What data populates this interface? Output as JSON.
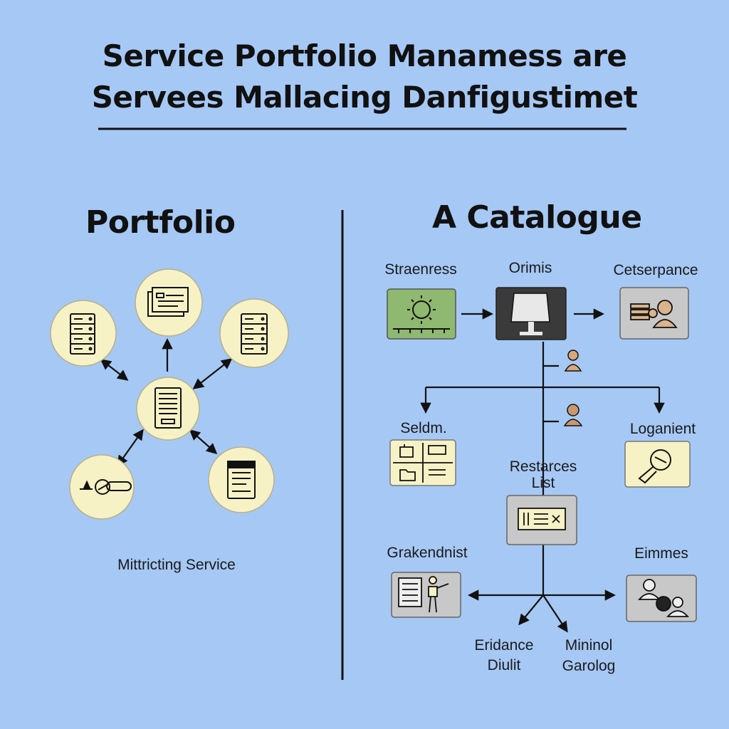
{
  "title": {
    "line1": "Service Portfolio Manamess are",
    "line2": "Servees Mallacing Danfigustimet"
  },
  "portfolio": {
    "heading": "Portfolio",
    "caption": "Mittricting Service",
    "node_fill": "#f7f2c6"
  },
  "catalogue": {
    "heading": "A Catalogue",
    "labels": {
      "strenness": "Straenress",
      "orimis": "Orimis",
      "cetserpance": "Cetserpance",
      "seldm": "Seldm.",
      "loganient": "Loganient",
      "restarces_line1": "Restarces",
      "restarces_line2": "List",
      "grakendnist": "Grakendnist",
      "eimmes": "Eimmes",
      "eridance_line1": "Eridance",
      "eridance_line2": "Diulit",
      "mininol_line1": "Mininol",
      "mininol_line2": "Garolog"
    },
    "colors": {
      "green_box": "#8fb870",
      "dark_box": "#3a3a3a",
      "gray_box": "#c8c8c8",
      "cream_box": "#f7f2c6"
    }
  }
}
